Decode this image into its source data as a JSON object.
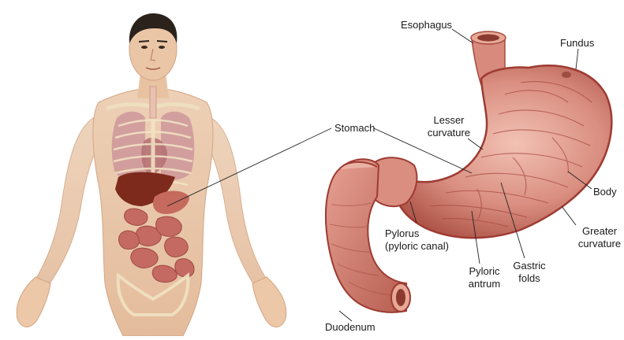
{
  "labels": {
    "esophagus": "Esophagus",
    "fundus": "Fundus",
    "stomach": "Stomach",
    "lesser_curvature_1": "Lesser",
    "lesser_curvature_2": "curvature",
    "body": "Body",
    "greater_curvature_1": "Greater",
    "greater_curvature_2": "curvature",
    "gastric_folds_1": "Gastric",
    "gastric_folds_2": "folds",
    "pyloric_antrum_1": "Pyloric",
    "pyloric_antrum_2": "antrum",
    "pylorus_1": "Pylorus",
    "pylorus_2": "(pyloric canal)",
    "duodenum": "Duodenum"
  },
  "colors": {
    "background": "#ffffff",
    "skin": "#e9c3a3",
    "bone": "#f1e6c8",
    "lung": "#c98f97",
    "liver": "#7d2a1c",
    "intestine": "#c46a62",
    "stomach_outer": "#c9786c",
    "stomach_inner": "#e3a79a",
    "stomach_wall": "#9e3b32",
    "hair": "#2b221c",
    "leader_line": "#222222"
  }
}
